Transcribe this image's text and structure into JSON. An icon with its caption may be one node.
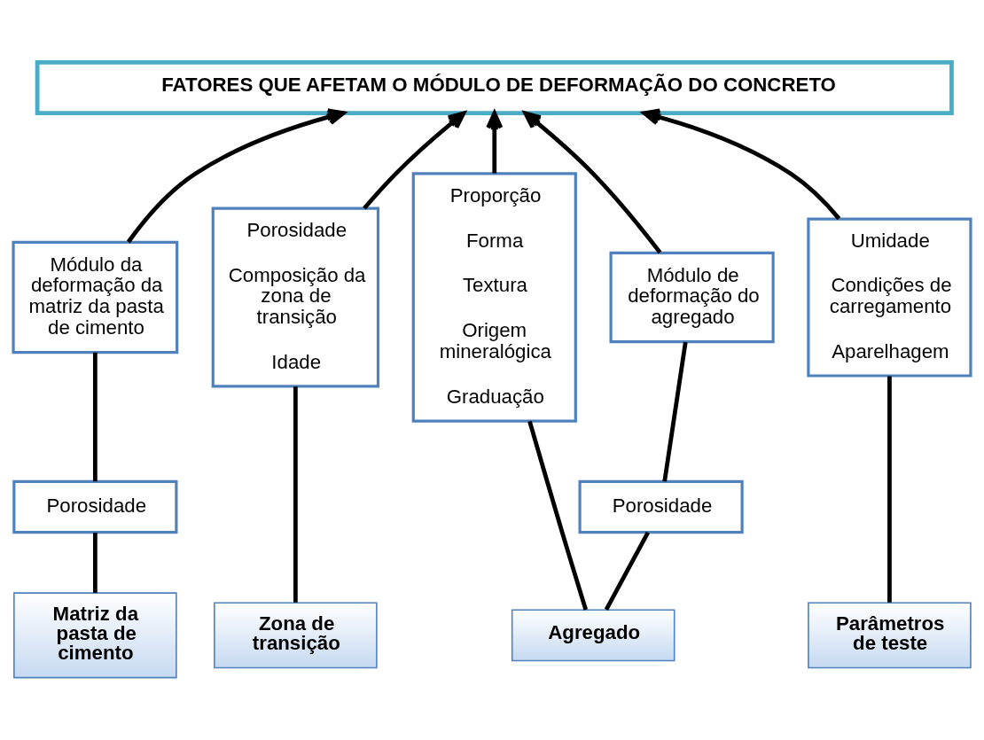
{
  "diagram": {
    "nodes": [
      {
        "text": [
          "FATORES QUE AFETAM O MÓDULO DE DEFORMAÇÃO DO CONCRETO"
        ]
      },
      {
        "text": [
          "Módulo da deformação da matriz da pasta de cimento"
        ]
      },
      {
        "text": [
          "Porosidade",
          "Composição da zona de transição",
          "Idade"
        ]
      },
      {
        "text": [
          "Módulo de deformação do agregado"
        ]
      },
      {
        "text": [
          "Proporção",
          "Forma",
          "Textura",
          "Origem mineralógica",
          "Graduação"
        ]
      },
      {
        "text": [
          "Umidade",
          "Condições de carregamento",
          "Aparelhagem"
        ]
      },
      {
        "text": [
          "Porosidade"
        ]
      },
      {
        "text": [
          "Porosidade"
        ]
      },
      {
        "text": [
          "Matriz da pasta de cimento"
        ]
      },
      {
        "text": [
          "Zona de transição"
        ]
      },
      {
        "text": [
          "Agregado"
        ]
      },
      {
        "text": [
          "Parâmetros de teste"
        ]
      }
    ],
    "edges": [
      {
        "from": 1,
        "to": 0,
        "arrow": "to"
      },
      {
        "from": 2,
        "to": 0,
        "arrow": "to"
      },
      {
        "from": 3,
        "to": 0,
        "arrow": "to"
      },
      {
        "from": 4,
        "to": 0,
        "arrow": "to"
      },
      {
        "from": 5,
        "to": 0,
        "arrow": "to"
      },
      {
        "from": 8,
        "to": 6,
        "arrow": "none"
      },
      {
        "from": 6,
        "to": 1,
        "arrow": "none"
      },
      {
        "from": 9,
        "to": 2,
        "arrow": "none"
      },
      {
        "from": 10,
        "to": 7,
        "arrow": "none"
      },
      {
        "from": 7,
        "to": 3,
        "arrow": "none"
      },
      {
        "from": 10,
        "to": 4,
        "arrow": "none"
      },
      {
        "from": 11,
        "to": 5,
        "arrow": "none"
      }
    ]
  }
}
